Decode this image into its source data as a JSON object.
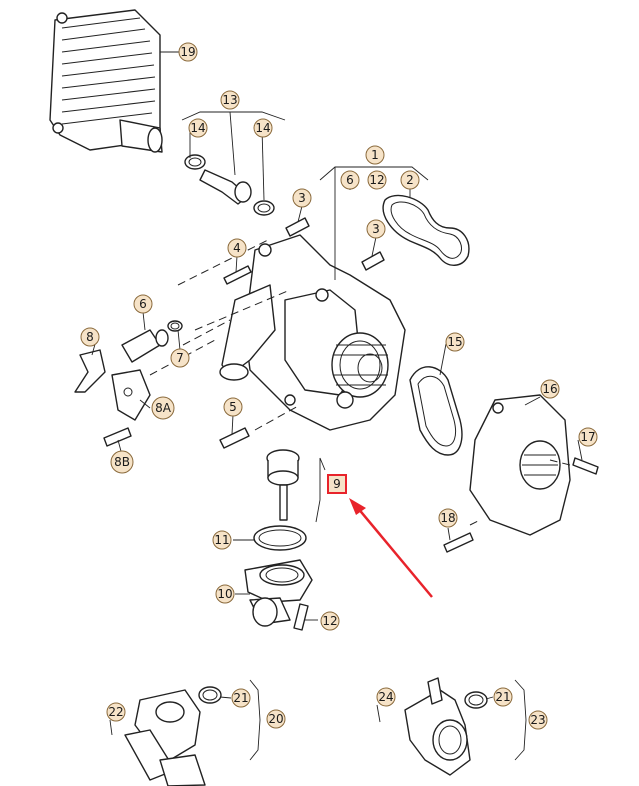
{
  "callouts": {
    "c19": "19",
    "c13": "13",
    "c14a": "14",
    "c14b": "14",
    "c1": "1",
    "c6top": "6",
    "c12top": "12",
    "c2": "2",
    "c3a": "3",
    "c3b": "3",
    "c4": "4",
    "c6": "6",
    "c7": "7",
    "c8": "8",
    "c8A": "8A",
    "c8B": "8B",
    "c5": "5",
    "c15": "15",
    "c16": "16",
    "c17": "17",
    "c9": "9",
    "c18": "18",
    "c11": "11",
    "c10": "10",
    "c12": "12",
    "c22": "22",
    "c21a": "21",
    "c20": "20",
    "c24": "24",
    "c21b": "21",
    "c23": "23"
  },
  "colors": {
    "callout_fill": "#f6e3c8",
    "callout_stroke": "#8a6a3c",
    "highlight": "#e8232b",
    "arrow": "#e8232b",
    "line": "#222222"
  },
  "highlighted_callout": "9"
}
